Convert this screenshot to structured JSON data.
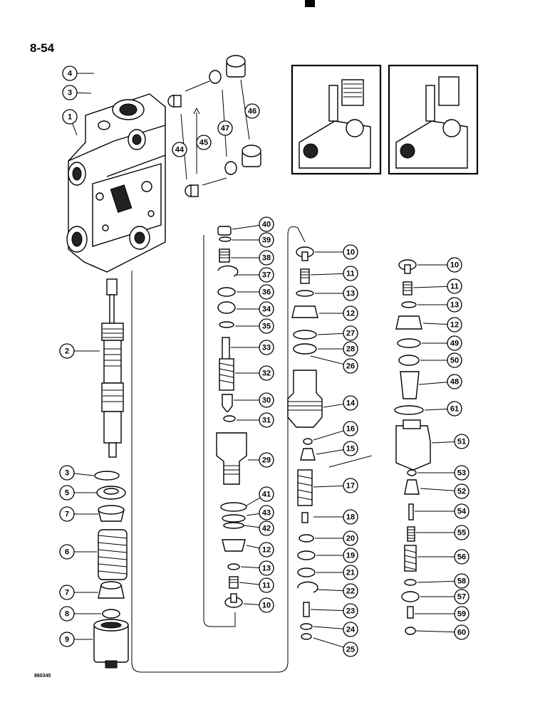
{
  "page": {
    "number": "8-54",
    "figure_code": "860345"
  },
  "callouts": [
    {
      "id": "4",
      "label": "4"
    },
    {
      "id": "3a",
      "label": "3"
    },
    {
      "id": "1",
      "label": "1"
    },
    {
      "id": "2",
      "label": "2"
    },
    {
      "id": "3b",
      "label": "3"
    },
    {
      "id": "5",
      "label": "5"
    },
    {
      "id": "7a",
      "label": "7"
    },
    {
      "id": "6",
      "label": "6"
    },
    {
      "id": "7b",
      "label": "7"
    },
    {
      "id": "8",
      "label": "8"
    },
    {
      "id": "9",
      "label": "9"
    },
    {
      "id": "44",
      "label": "44"
    },
    {
      "id": "45",
      "label": "45"
    },
    {
      "id": "47",
      "label": "47"
    },
    {
      "id": "46",
      "label": "46"
    },
    {
      "id": "40",
      "label": "40"
    },
    {
      "id": "39",
      "label": "39"
    },
    {
      "id": "38",
      "label": "38"
    },
    {
      "id": "37",
      "label": "37"
    },
    {
      "id": "36",
      "label": "36"
    },
    {
      "id": "34",
      "label": "34"
    },
    {
      "id": "35",
      "label": "35"
    },
    {
      "id": "33",
      "label": "33"
    },
    {
      "id": "32",
      "label": "32"
    },
    {
      "id": "30",
      "label": "30"
    },
    {
      "id": "31",
      "label": "31"
    },
    {
      "id": "29",
      "label": "29"
    },
    {
      "id": "41",
      "label": "41"
    },
    {
      "id": "43",
      "label": "43"
    },
    {
      "id": "42",
      "label": "42"
    },
    {
      "id": "12a",
      "label": "12"
    },
    {
      "id": "13a",
      "label": "13"
    },
    {
      "id": "11a",
      "label": "11"
    },
    {
      "id": "10a",
      "label": "10"
    },
    {
      "id": "10b",
      "label": "10"
    },
    {
      "id": "11b",
      "label": "11"
    },
    {
      "id": "13b",
      "label": "13"
    },
    {
      "id": "12b",
      "label": "12"
    },
    {
      "id": "27",
      "label": "27"
    },
    {
      "id": "28",
      "label": "28"
    },
    {
      "id": "26",
      "label": "26"
    },
    {
      "id": "14",
      "label": "14"
    },
    {
      "id": "16",
      "label": "16"
    },
    {
      "id": "15",
      "label": "15"
    },
    {
      "id": "17",
      "label": "17"
    },
    {
      "id": "18",
      "label": "18"
    },
    {
      "id": "20",
      "label": "20"
    },
    {
      "id": "19",
      "label": "19"
    },
    {
      "id": "21",
      "label": "21"
    },
    {
      "id": "22",
      "label": "22"
    },
    {
      "id": "23",
      "label": "23"
    },
    {
      "id": "24",
      "label": "24"
    },
    {
      "id": "25",
      "label": "25"
    },
    {
      "id": "10c",
      "label": "10"
    },
    {
      "id": "11c",
      "label": "11"
    },
    {
      "id": "13c",
      "label": "13"
    },
    {
      "id": "12c",
      "label": "12"
    },
    {
      "id": "49",
      "label": "49"
    },
    {
      "id": "50",
      "label": "50"
    },
    {
      "id": "48",
      "label": "48"
    },
    {
      "id": "61",
      "label": "61"
    },
    {
      "id": "51",
      "label": "51"
    },
    {
      "id": "53",
      "label": "53"
    },
    {
      "id": "52",
      "label": "52"
    },
    {
      "id": "54",
      "label": "54"
    },
    {
      "id": "55",
      "label": "55"
    },
    {
      "id": "56",
      "label": "56"
    },
    {
      "id": "58",
      "label": "58"
    },
    {
      "id": "57",
      "label": "57"
    },
    {
      "id": "59",
      "label": "59"
    },
    {
      "id": "60",
      "label": "60"
    }
  ]
}
